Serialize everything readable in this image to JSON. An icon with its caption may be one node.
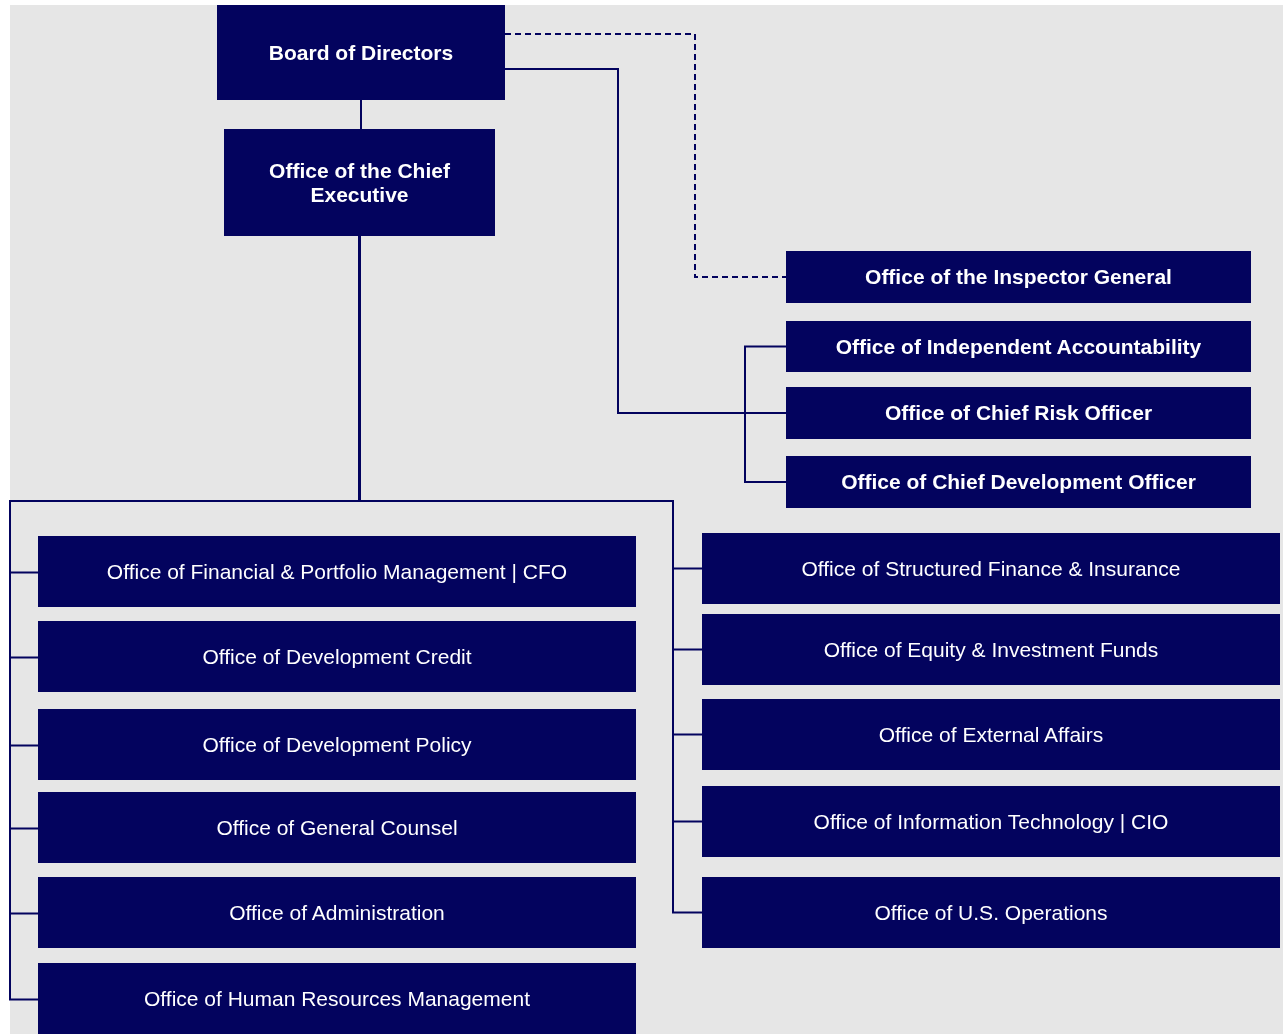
{
  "diagram": {
    "nodes": [
      {
        "text": [
          "Board of Directors"
        ]
      },
      {
        "text": [
          "Office of the Chief Executive"
        ]
      },
      {
        "text": [
          "Office of the Inspector General"
        ]
      },
      {
        "text": [
          "Office of Independent Accountability"
        ]
      },
      {
        "text": [
          "Office of Chief Risk Officer"
        ]
      },
      {
        "text": [
          "Office of Chief Development Officer"
        ]
      },
      {
        "text": [
          "Office of Financial & Portfolio Management | CFO"
        ]
      },
      {
        "text": [
          "Office of Development Credit"
        ]
      },
      {
        "text": [
          "Office of Development Policy"
        ]
      },
      {
        "text": [
          "Office of General Counsel"
        ]
      },
      {
        "text": [
          "Office of Administration"
        ]
      },
      {
        "text": [
          "Office of Human Resources Management"
        ]
      },
      {
        "text": [
          "Office of Structured Finance & Insurance"
        ]
      },
      {
        "text": [
          "Office of Equity & Investment Funds"
        ]
      },
      {
        "text": [
          "Office of External Affairs"
        ]
      },
      {
        "text": [
          "Office of Information Technology | CIO"
        ]
      },
      {
        "text": [
          "Office of U.S. Operations"
        ]
      }
    ],
    "edges": [
      {
        "from": 0,
        "to": 1,
        "arrow": "none"
      },
      {
        "from": 0,
        "to": 2,
        "arrow": "none",
        "style": "dashed"
      },
      {
        "from": 0,
        "to": 3,
        "arrow": "none"
      },
      {
        "from": 0,
        "to": 4,
        "arrow": "none"
      },
      {
        "from": 0,
        "to": 5,
        "arrow": "none"
      },
      {
        "from": 1,
        "to": 6,
        "arrow": "none"
      },
      {
        "from": 1,
        "to": 7,
        "arrow": "none"
      },
      {
        "from": 1,
        "to": 8,
        "arrow": "none"
      },
      {
        "from": 1,
        "to": 9,
        "arrow": "none"
      },
      {
        "from": 1,
        "to": 10,
        "arrow": "none"
      },
      {
        "from": 1,
        "to": 11,
        "arrow": "none"
      },
      {
        "from": 1,
        "to": 12,
        "arrow": "none"
      },
      {
        "from": 1,
        "to": 13,
        "arrow": "none"
      },
      {
        "from": 1,
        "to": 14,
        "arrow": "none"
      },
      {
        "from": 1,
        "to": 15,
        "arrow": "none"
      },
      {
        "from": 1,
        "to": 16,
        "arrow": "none"
      }
    ]
  }
}
